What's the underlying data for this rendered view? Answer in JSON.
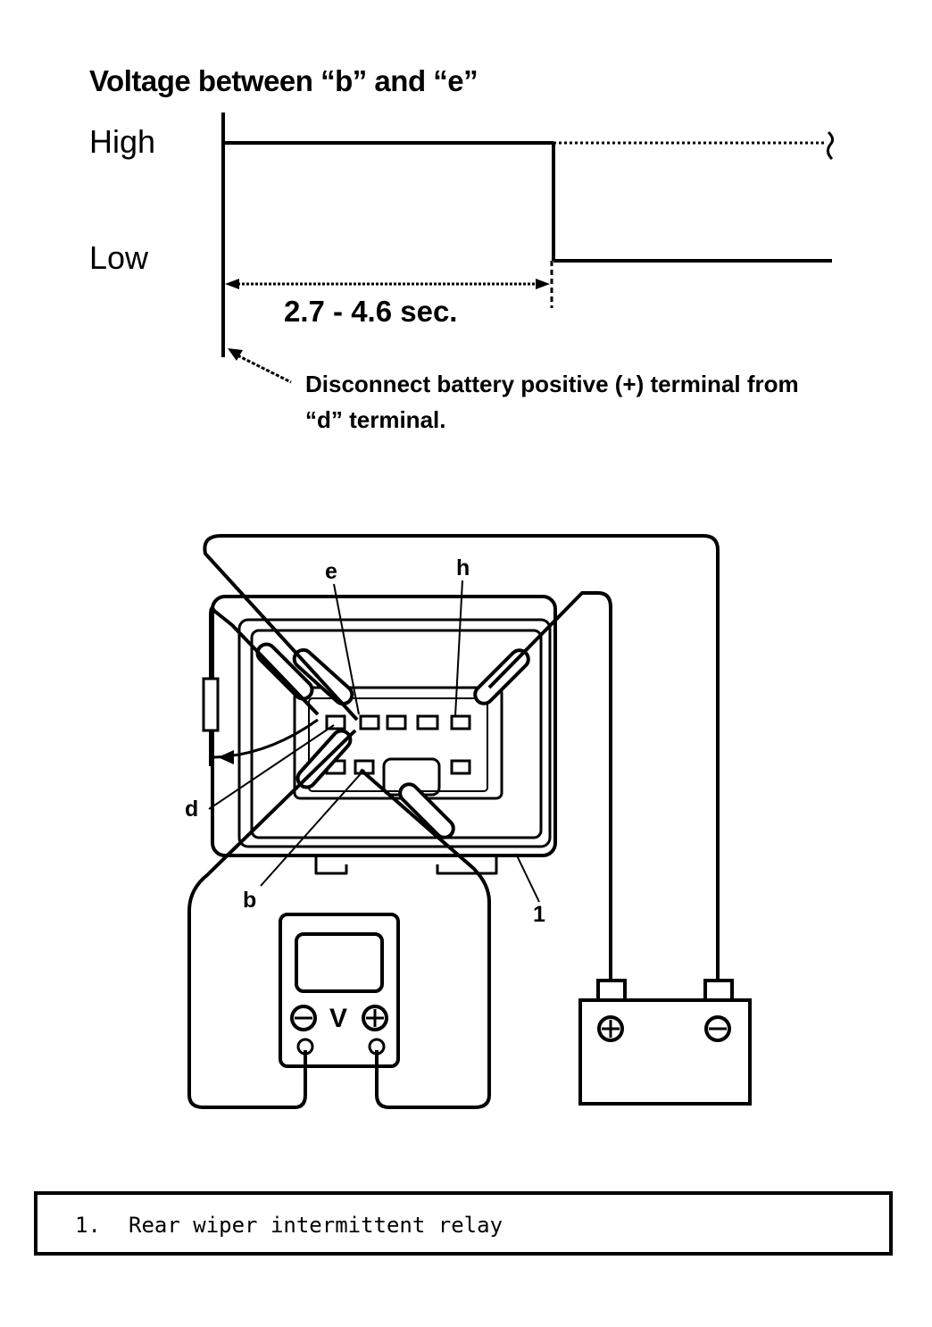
{
  "waveform": {
    "title": "Voltage between “b” and “e”",
    "level_high": "High",
    "level_low": "Low",
    "duration": "2.7 - 4.6 sec.",
    "note_line1": "Disconnect battery positive (+) terminal from",
    "note_line2": "“d” terminal."
  },
  "diagram": {
    "terminal_e": "e",
    "terminal_h": "h",
    "terminal_d": "d",
    "terminal_b": "b",
    "callout_1": "1",
    "voltmeter_symbol": "V"
  },
  "legend": {
    "items": [
      {
        "number": "1.",
        "text": "Rear wiper intermittent relay"
      }
    ]
  }
}
